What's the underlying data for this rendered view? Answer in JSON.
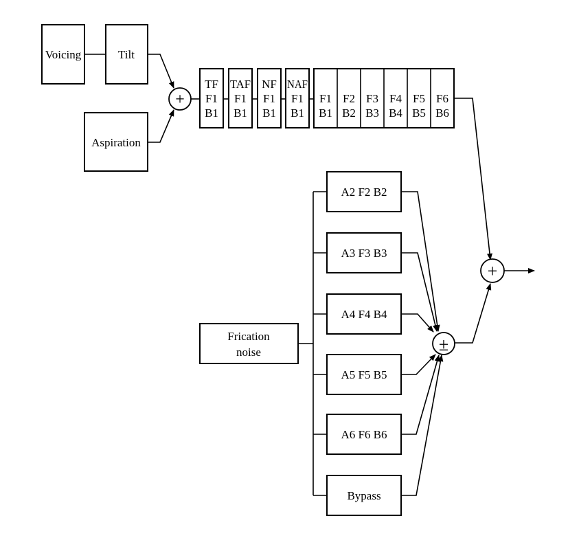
{
  "sources": {
    "voicing": "Voicing",
    "tilt": "Tilt",
    "aspiration": "Aspiration",
    "frication_line1": "Frication",
    "frication_line2": "noise"
  },
  "cascade": [
    {
      "l1": "TF",
      "l2": "F1",
      "l3": "B1"
    },
    {
      "l1": "TAF",
      "l2": "F1",
      "l3": "B1"
    },
    {
      "l1": "NF",
      "l2": "F1",
      "l3": "B1"
    },
    {
      "l1": "NAF",
      "l2": "F1",
      "l3": "B1"
    },
    {
      "l1": "F1",
      "l2": "B1"
    },
    {
      "l1": "F2",
      "l2": "B2"
    },
    {
      "l1": "F3",
      "l2": "B3"
    },
    {
      "l1": "F4",
      "l2": "B4"
    },
    {
      "l1": "F5",
      "l2": "B5"
    },
    {
      "l1": "F6",
      "l2": "B6"
    }
  ],
  "parallel": [
    "A2 F2 B2",
    "A3 F3 B3",
    "A4 F4 B4",
    "A5 F5 B5",
    "A6 F6 B6",
    "Bypass"
  ],
  "summers": {
    "source_sum": "+",
    "parallel_sum": "±",
    "output_sum": "+"
  }
}
